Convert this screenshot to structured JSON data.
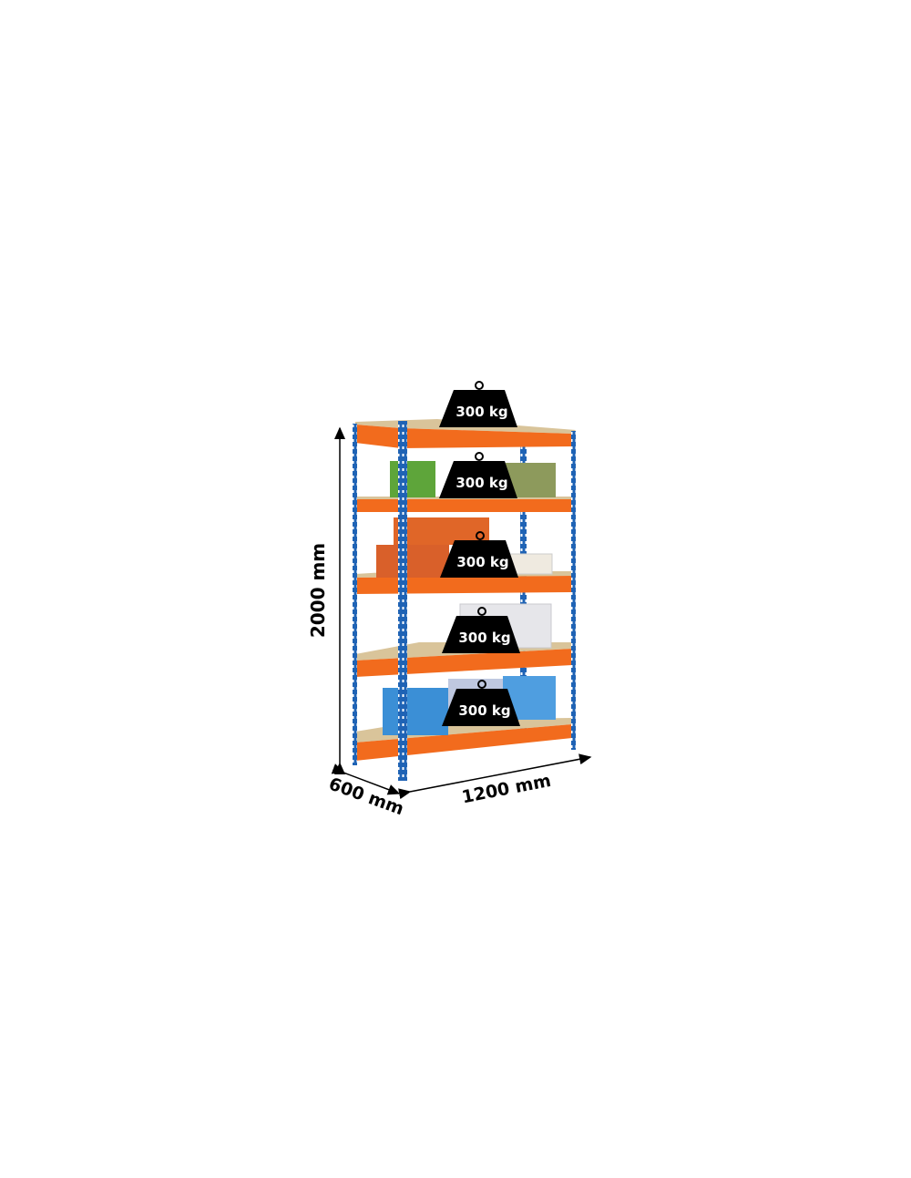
{
  "product": {
    "colors": {
      "frame": "#1f63b5",
      "shelf_beam": "#f26b1d",
      "board": "#d9c49a",
      "weight": "#000000"
    },
    "dimensions": {
      "height": "2000 mm",
      "depth": "600 mm",
      "width": "1200 mm"
    },
    "shelves": [
      {
        "load": "300 kg"
      },
      {
        "load": "300 kg"
      },
      {
        "load": "300 kg"
      },
      {
        "load": "300 kg"
      },
      {
        "load": "300 kg"
      }
    ]
  }
}
